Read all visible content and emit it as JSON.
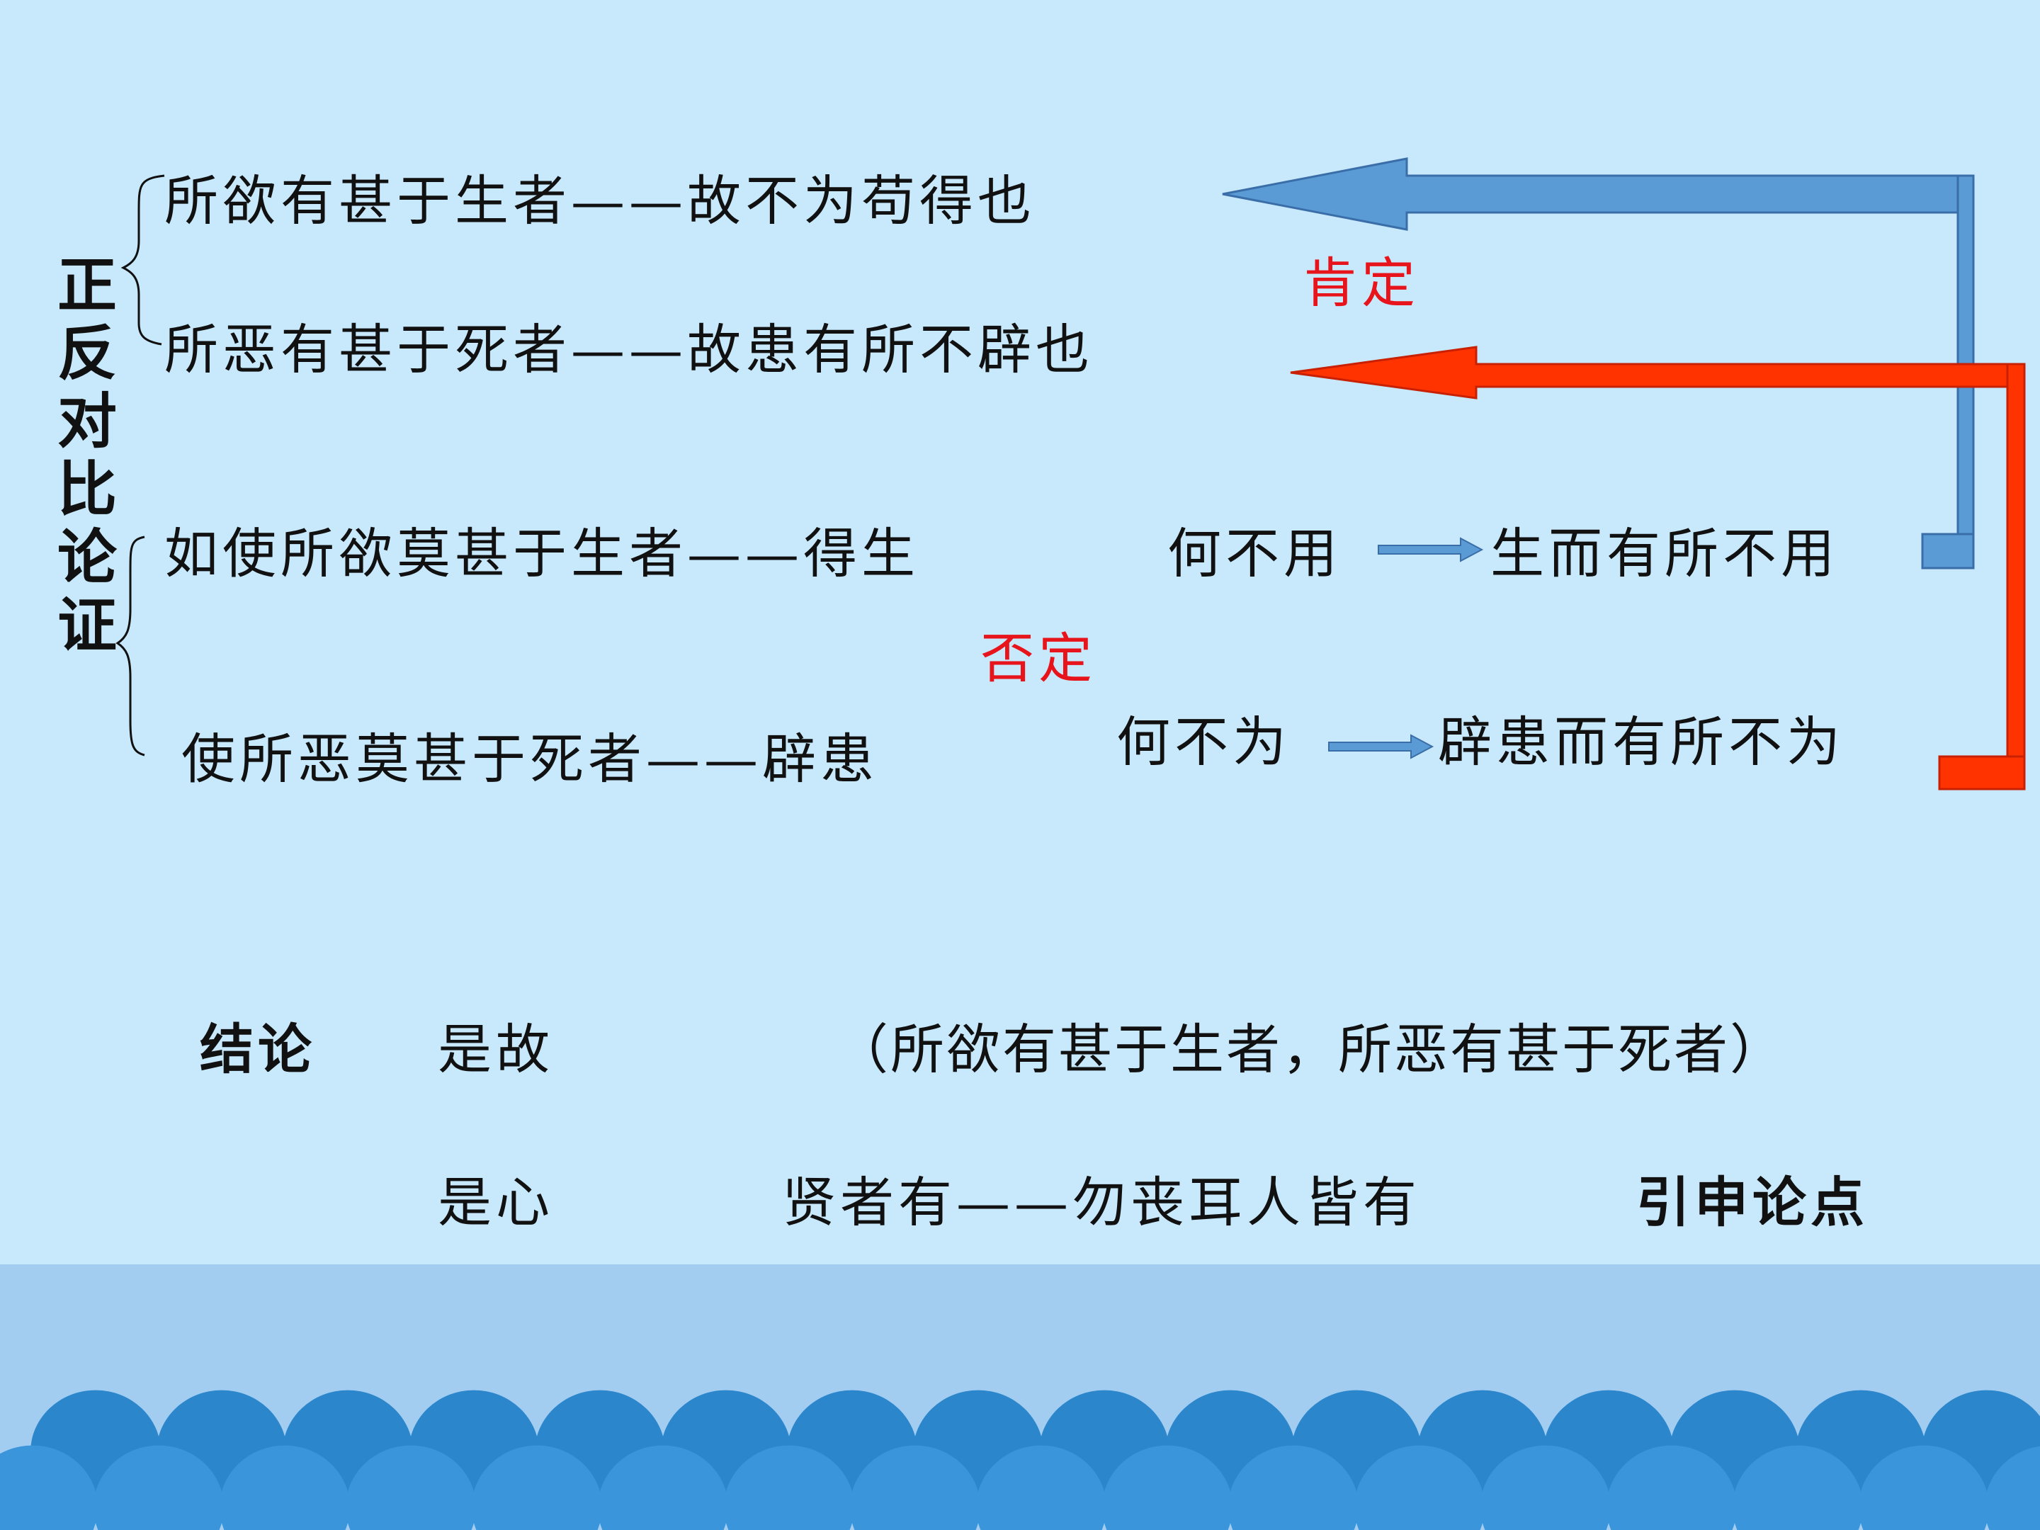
{
  "slide": {
    "vertical_title": "正反对比论证",
    "lines": {
      "pos1": "所欲有甚于生者——故不为苟得也",
      "pos2": "所恶有甚于死者——故患有所不辟也",
      "neg1": "如使所欲莫甚于生者——得生",
      "neg1_q": "何不用",
      "neg1_r": "生而有所不用",
      "neg2": "使所恶莫甚于死者——辟患",
      "neg2_q": "何不为",
      "neg2_r": "辟患而有所不为"
    },
    "labels": {
      "affirm": "肯定",
      "negate": "否定"
    },
    "conclusion": {
      "heading": "结论",
      "line1_a": "是故",
      "line1_b": "（所欲有甚于生者，所恶有甚于死者）",
      "line2_a": "是心",
      "line2_b": "贤者有——勿丧耳人皆有",
      "line2_c": "引申论点"
    },
    "colors": {
      "background": "#c8e8fb",
      "band": "#a2cdf1",
      "scallop_back": "#2b86cc",
      "scallop_front": "#3a95da",
      "arrow_blue": "#5b9bd5",
      "arrow_red": "#ff3300",
      "label_red": "#e8141b"
    }
  }
}
